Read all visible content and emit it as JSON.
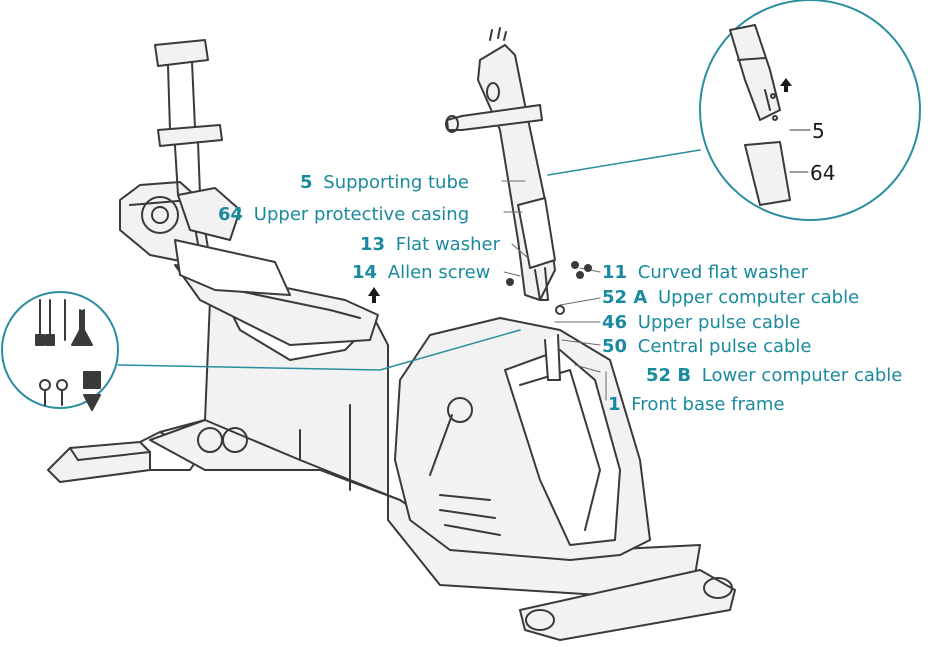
{
  "colors": {
    "label": "#1a8a9e",
    "drawing": "#3a3a3a",
    "fill": "#f2f2f2"
  },
  "labels": [
    {
      "num": "5",
      "text": "Supporting tube"
    },
    {
      "num": "64",
      "text": "Upper protective casing"
    },
    {
      "num": "13",
      "text": "Flat washer"
    },
    {
      "num": "14",
      "text": "Allen screw"
    },
    {
      "num": "11",
      "text": "Curved flat washer"
    },
    {
      "num": "52 A",
      "text": "Upper computer cable"
    },
    {
      "num": "46",
      "text": "Upper pulse cable"
    },
    {
      "num": "50",
      "text": "Central pulse cable"
    },
    {
      "num": "52 B",
      "text": "Lower computer cable"
    },
    {
      "num": "1",
      "text": "Front base frame"
    }
  ],
  "callout_right": {
    "items": [
      "5",
      "64"
    ]
  },
  "icons": {
    "up_arrow": "up-arrow-icon",
    "connectors": "cable-connector-icon"
  }
}
